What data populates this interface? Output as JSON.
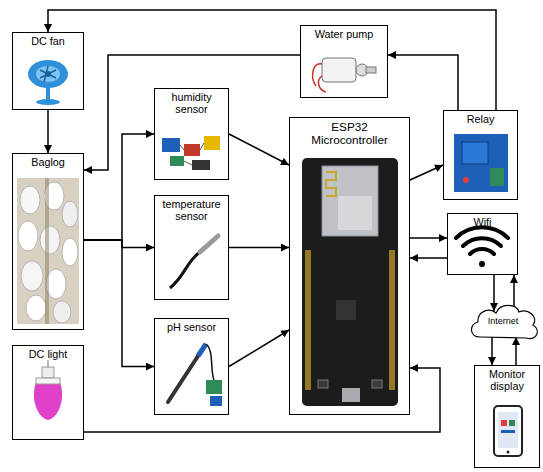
{
  "diagram": {
    "nodes": [
      {
        "text": [
          "DC fan"
        ]
      },
      {
        "text": [
          "Water pump"
        ]
      },
      {
        "text": [
          "Baglog"
        ]
      },
      {
        "text": [
          "humidity sensor"
        ]
      },
      {
        "text": [
          "temperature sensor"
        ]
      },
      {
        "text": [
          "pH sensor"
        ]
      },
      {
        "text": [
          "ESP32 Microcontroller"
        ]
      },
      {
        "text": [
          "Relay"
        ]
      },
      {
        "text": [
          "Wifi"
        ]
      },
      {
        "text": [
          "Internet"
        ]
      },
      {
        "text": [
          "DC light"
        ]
      },
      {
        "text": [
          "Monitor display"
        ]
      }
    ],
    "edges": [
      {
        "from": 7,
        "to": 0,
        "arrow": "to"
      },
      {
        "from": 7,
        "to": 1,
        "arrow": "to"
      },
      {
        "from": 1,
        "to": 2,
        "arrow": "to"
      },
      {
        "from": 0,
        "to": 2,
        "arrow": "to"
      },
      {
        "from": 2,
        "to": 3,
        "arrow": "to"
      },
      {
        "from": 2,
        "to": 4,
        "arrow": "to"
      },
      {
        "from": 2,
        "to": 5,
        "arrow": "to"
      },
      {
        "from": 3,
        "to": 6,
        "arrow": "to"
      },
      {
        "from": 4,
        "to": 6,
        "arrow": "to"
      },
      {
        "from": 5,
        "to": 6,
        "arrow": "to"
      },
      {
        "from": 6,
        "to": 7,
        "arrow": "to"
      },
      {
        "from": 6,
        "to": 8,
        "arrow": "to"
      },
      {
        "from": 8,
        "to": 6,
        "arrow": "to"
      },
      {
        "from": 8,
        "to": 9,
        "arrow": "to"
      },
      {
        "from": 9,
        "to": 8,
        "arrow": "to"
      },
      {
        "from": 9,
        "to": 11,
        "arrow": "to"
      },
      {
        "from": 11,
        "to": 9,
        "arrow": "to"
      },
      {
        "from": 10,
        "to": 6,
        "arrow": "to"
      }
    ]
  }
}
